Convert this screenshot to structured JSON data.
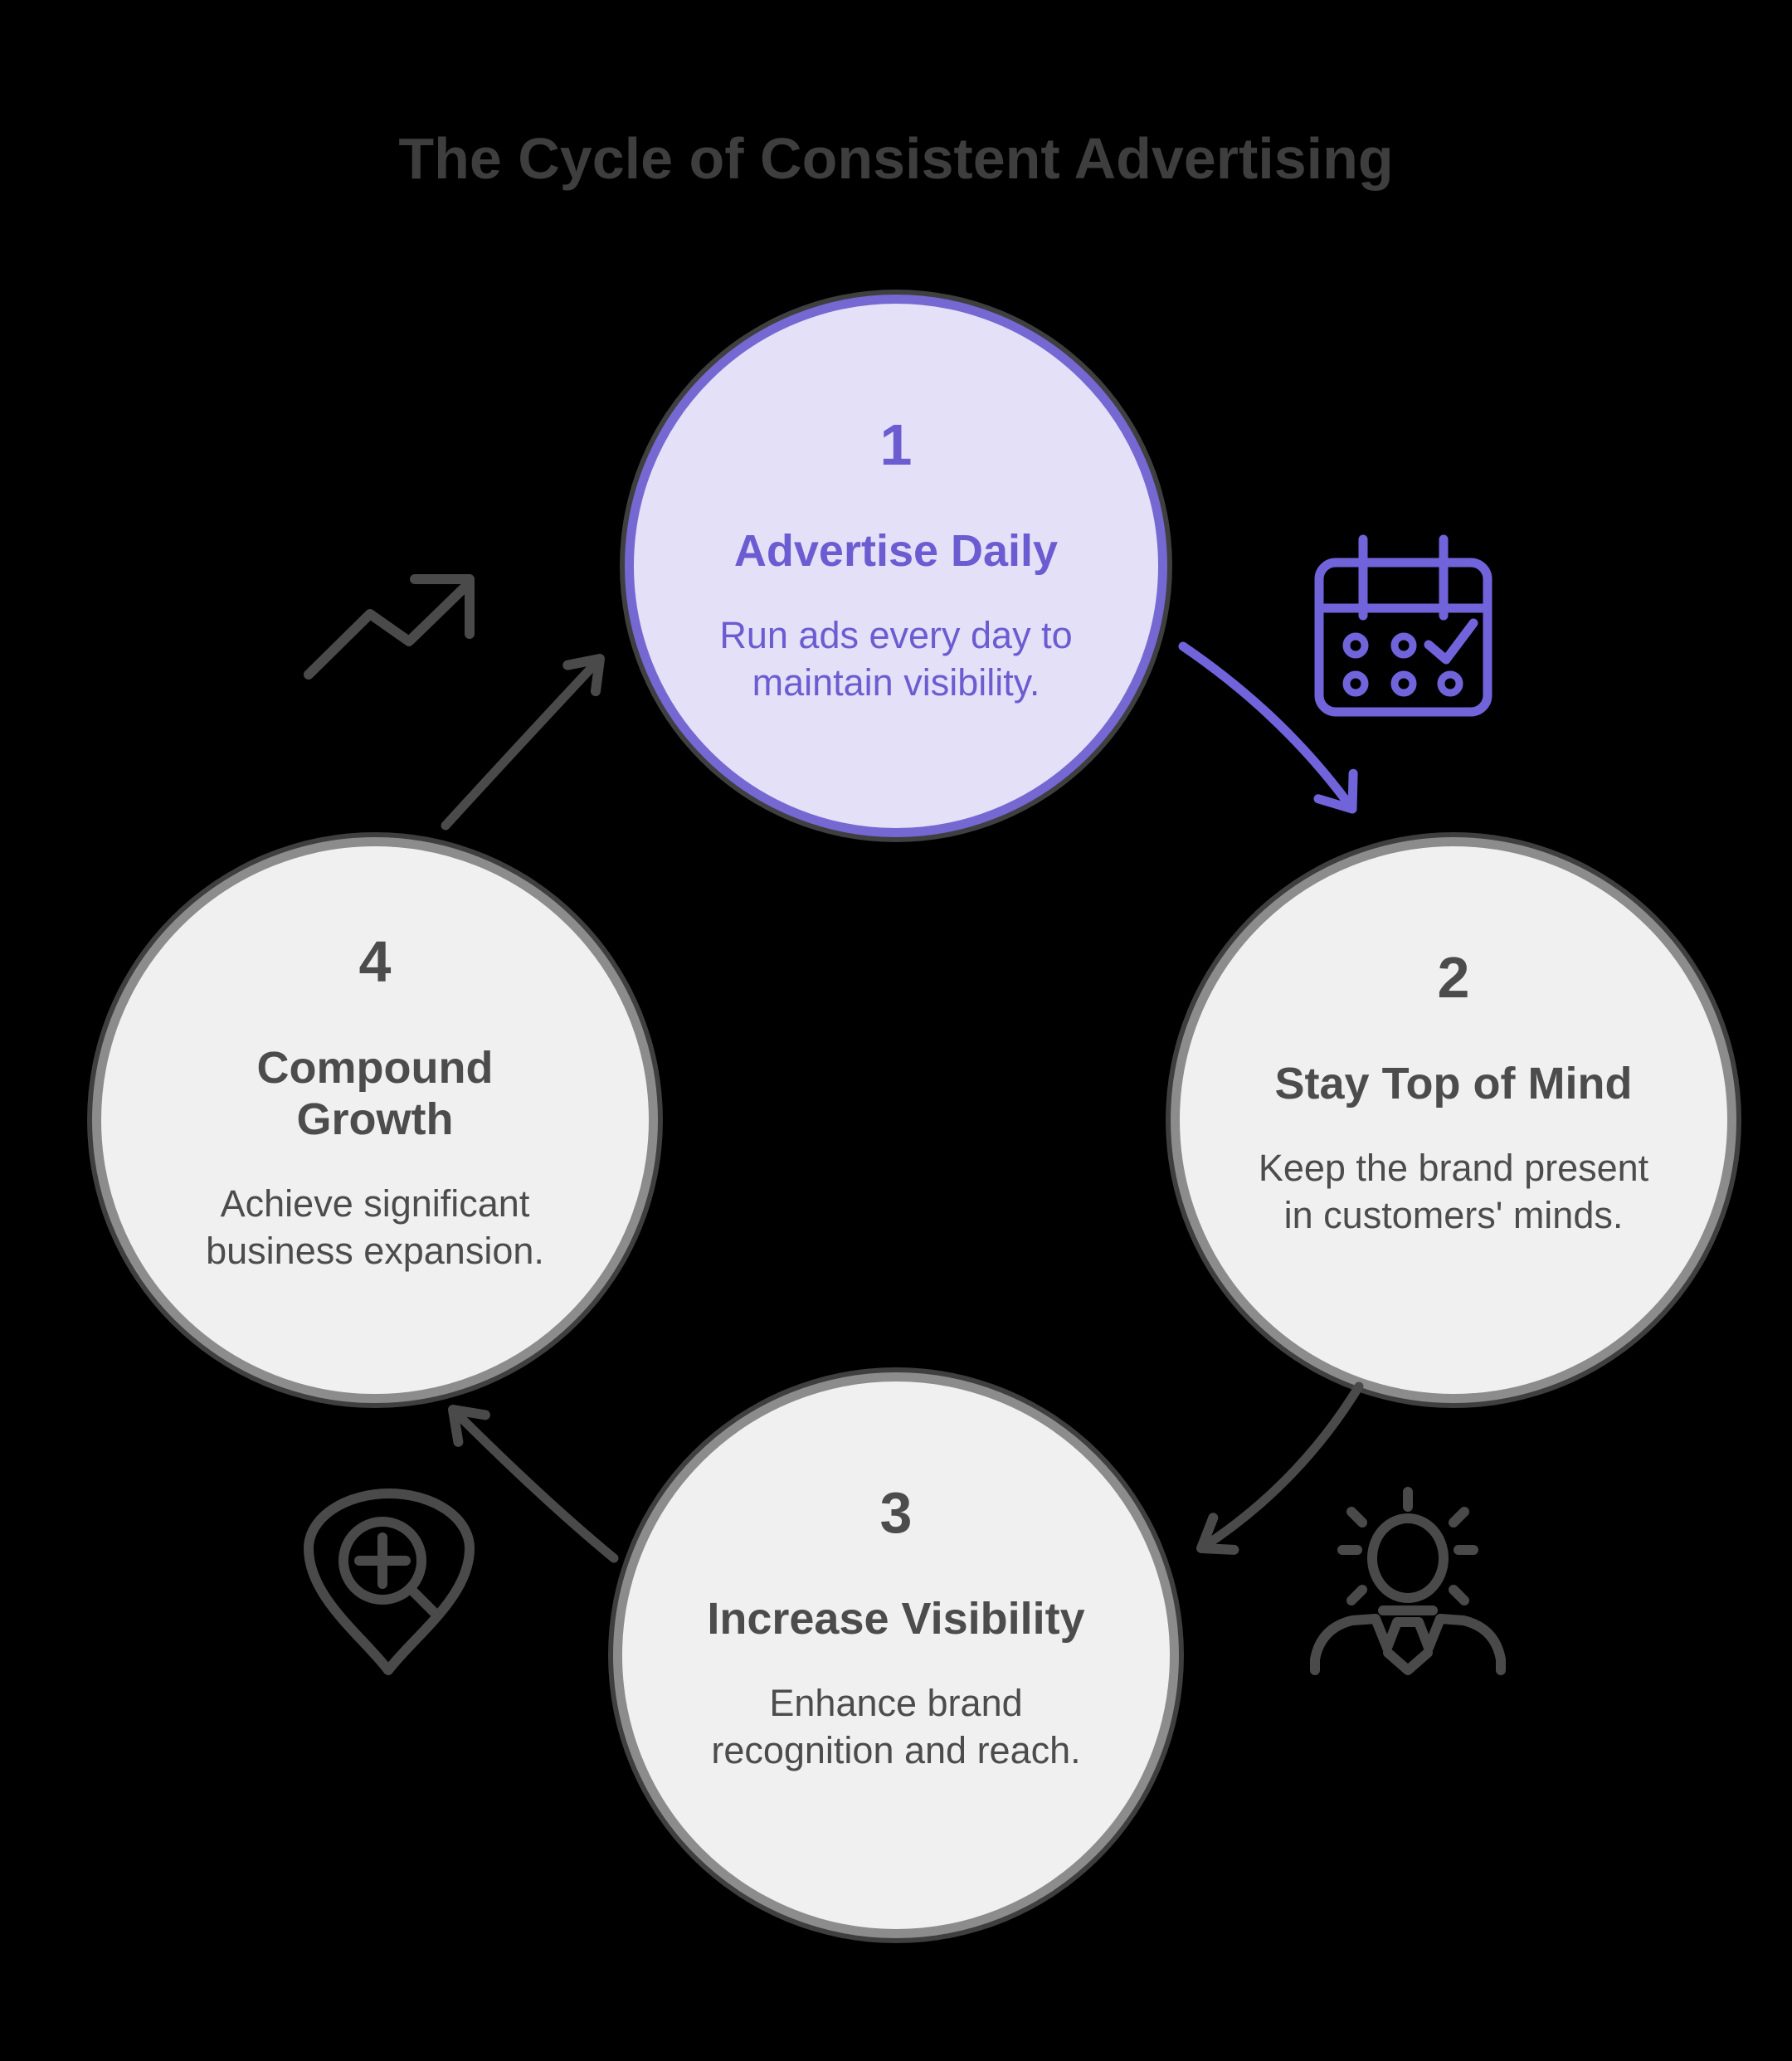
{
  "title": "The Cycle of Consistent Advertising",
  "steps": [
    {
      "number": "1",
      "heading": "Advertise Daily",
      "body": "Run ads every day to maintain visibility.",
      "accent": "purple"
    },
    {
      "number": "2",
      "heading": "Stay Top of Mind",
      "body": "Keep the brand present in customers' minds.",
      "accent": "gray"
    },
    {
      "number": "3",
      "heading": "Increase Visibility",
      "body": "Enhance brand recognition and reach.",
      "accent": "gray"
    },
    {
      "number": "4",
      "heading": "Compound Growth",
      "body": "Achieve significant business expansion.",
      "accent": "gray"
    }
  ],
  "icons": [
    {
      "name": "calendar-check-icon",
      "position": "between step 1 and step 2"
    },
    {
      "name": "person-idea-icon",
      "position": "between step 2 and step 3"
    },
    {
      "name": "search-location-icon",
      "position": "between step 3 and step 4"
    },
    {
      "name": "trend-up-icon",
      "position": "between step 4 and step 1"
    }
  ],
  "arrows": [
    {
      "name": "arrow-step1-to-step2",
      "color": "purple"
    },
    {
      "name": "arrow-step2-to-step3",
      "color": "dark"
    },
    {
      "name": "arrow-step3-to-step4",
      "color": "dark"
    },
    {
      "name": "arrow-step4-to-step1",
      "color": "dark"
    }
  ],
  "colors": {
    "background": "#000000",
    "title_text": "#3E3E3E",
    "step_purple_fill": "#E4E0F8",
    "step_purple_border": "#7568D2",
    "step_purple_text": "#6B5CD1",
    "purple_accent": "#7164DB",
    "step_gray_fill": "#F0F0F0",
    "step_gray_border": "#8C8C8C",
    "step_gray_text": "#4C4C4C",
    "dark_accent": "#4A4A4A"
  }
}
